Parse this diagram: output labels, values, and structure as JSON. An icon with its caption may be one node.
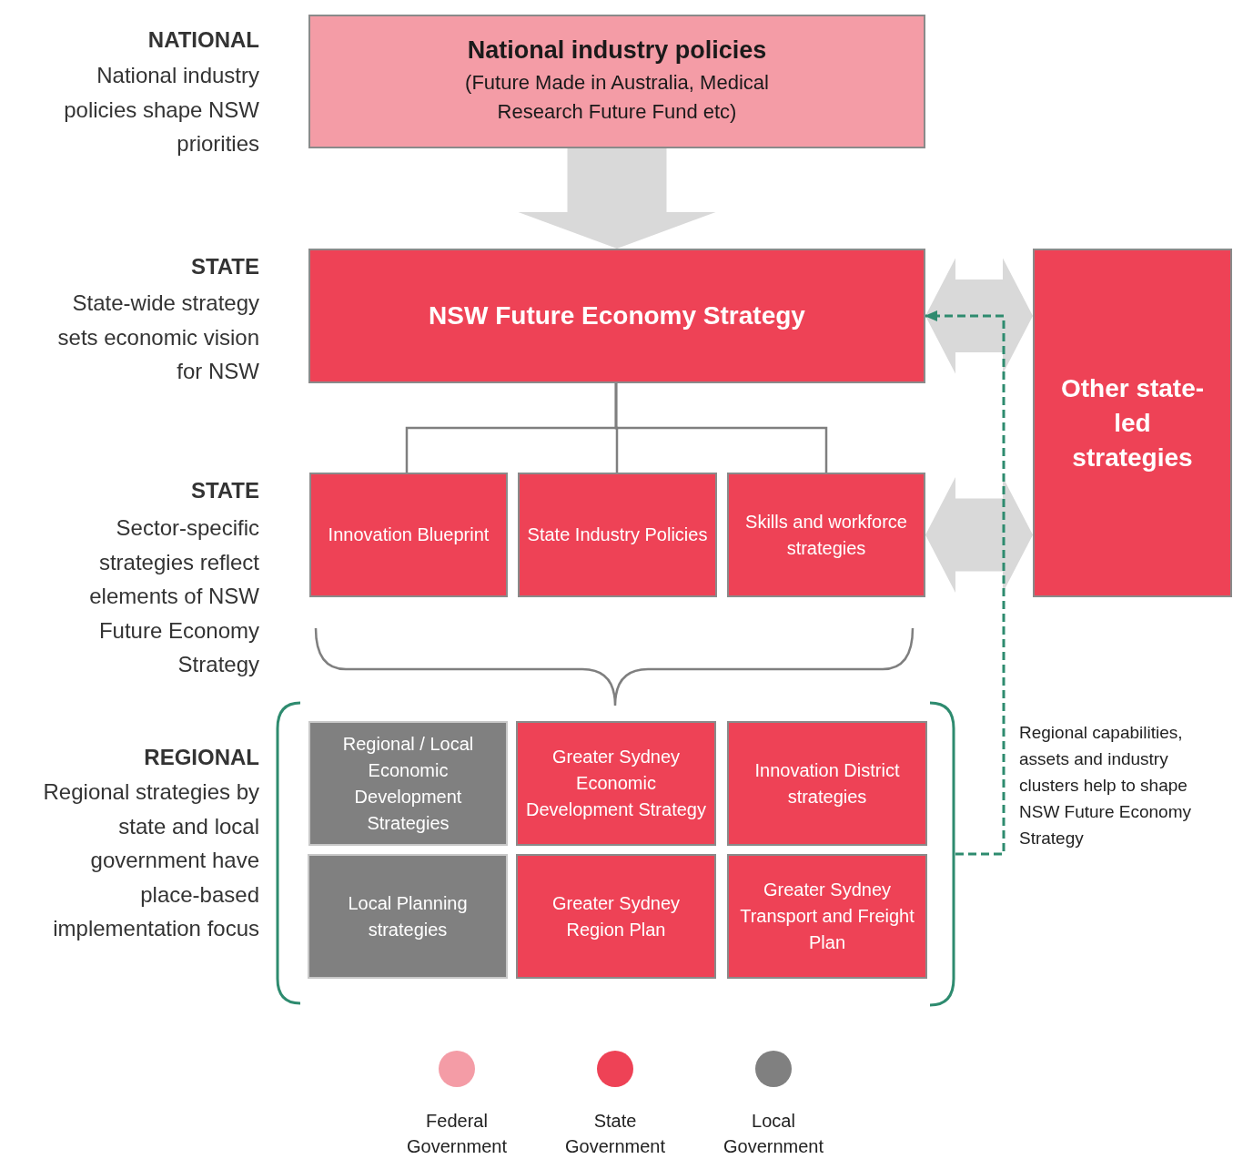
{
  "diagram": {
    "nodes": [
      {
        "text": [
          "National industry policies",
          "(Future Made in Australia, Medical Research Future Fund etc)"
        ]
      },
      {
        "text": [
          "NSW Future Economy Strategy"
        ]
      },
      {
        "text": [
          "Other state-led strategies"
        ]
      },
      {
        "text": [
          "Innovation Blueprint"
        ]
      },
      {
        "text": [
          "State Industry Policies"
        ]
      },
      {
        "text": [
          "Skills and workforce strategies"
        ]
      },
      {
        "text": [],
        "shape": "bracket"
      },
      {
        "text": [
          "Regional / Local Economic Development Strategies"
        ],
        "in": 6
      },
      {
        "text": [
          "Greater Sydney Economic Development Strategy"
        ],
        "in": 6
      },
      {
        "text": [
          "Innovation District strategies"
        ],
        "in": 6
      },
      {
        "text": [
          "Local Planning strategies"
        ],
        "in": 6
      },
      {
        "text": [
          "Greater Sydney Region Plan"
        ],
        "in": 6
      },
      {
        "text": [
          "Greater Sydney Transport and Freight Plan"
        ],
        "in": 6
      }
    ],
    "edges": [
      {
        "from": 0,
        "to": 1,
        "arrow": "to",
        "style": "thick",
        "color": "#d9d9d9"
      },
      {
        "from": 1,
        "to": 2,
        "arrow": "both",
        "style": "thick",
        "color": "#d9d9d9"
      },
      {
        "from": 5,
        "to": 2,
        "arrow": "both",
        "style": "thick",
        "color": "#d9d9d9"
      },
      {
        "from": 1,
        "to": 3,
        "arrow": "none"
      },
      {
        "from": 1,
        "to": 4,
        "arrow": "none"
      },
      {
        "from": 1,
        "to": 5,
        "arrow": "none"
      },
      {
        "from": 6,
        "to": 1,
        "arrow": "to",
        "style": "dashed",
        "color": "#2e8b6f"
      }
    ],
    "labels": [
      "NATIONAL",
      "National industry policies shape NSW priorities",
      "STATE",
      "State-wide strategy sets economic vision for NSW",
      "STATE",
      "Sector-specific strategies reflect elements of NSW Future Economy Strategy",
      "REGIONAL",
      "Regional strategies by state and local government have place-based implementation focus",
      "Regional capabilities, assets and industry clusters help to shape NSW Future Economy Strategy"
    ],
    "legend": [
      {
        "text": "Federal Government",
        "color": "#f49ca6"
      },
      {
        "text": "State Government",
        "color": "#ee4256"
      },
      {
        "text": "Local Government",
        "color": "#808080"
      }
    ]
  }
}
